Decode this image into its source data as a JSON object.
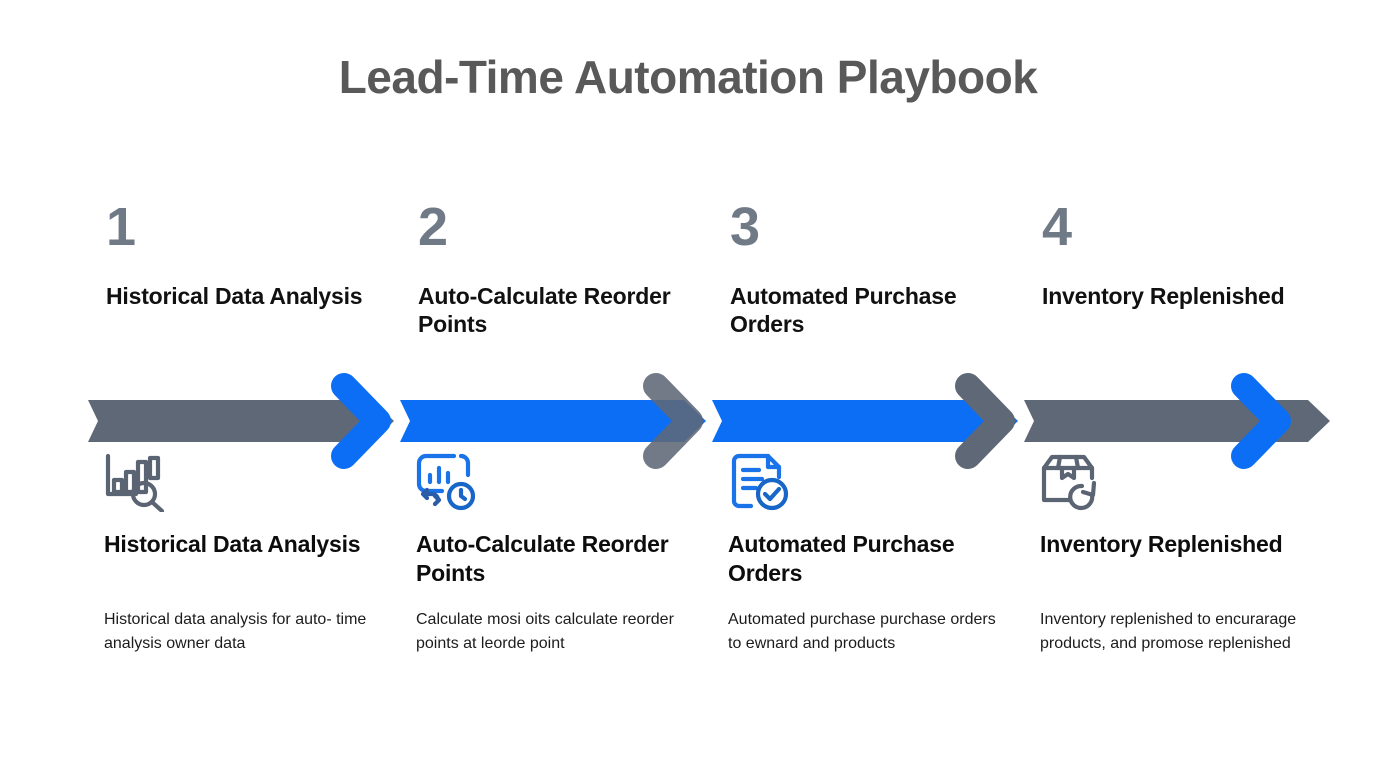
{
  "slide": {
    "title": "Lead-Time Automation Playbook",
    "background_color": "#ffffff"
  },
  "palette": {
    "blue": "#0b6ef5",
    "gray": "#5f6877",
    "number_gray": "#707a87",
    "title_gray": "#595959",
    "icon_blue": "#1a73e8",
    "icon_gray": "#5b6472",
    "text_black": "#111111"
  },
  "steps": [
    {
      "number": "1",
      "heading_top": "Historical Data Analysis",
      "heading_bottom": "Historical Data Analysis",
      "body": "Historical data analysis for auto- time analysis owner data",
      "icon": "bar-chart-magnifier-icon",
      "icon_color": "#5b6472",
      "band_color": "#5f6877",
      "chevron_color": "#0b6ef5"
    },
    {
      "number": "2",
      "heading_top": "Auto-Calculate Reorder Points",
      "heading_bottom": "Auto-Calculate Reorder Points",
      "body": "Calculate mosi oits calculate reorder points at leorde point",
      "icon": "chart-clock-sync-icon",
      "icon_color": "#1a73e8",
      "band_color": "#0b6ef5",
      "chevron_color": "#5f6877"
    },
    {
      "number": "3",
      "heading_top": "Automated Purchase Orders",
      "heading_bottom": "Automated Purchase Orders",
      "body": "Automated purchase purchase orders to ewnard and products",
      "icon": "document-check-icon",
      "icon_color": "#1a73e8",
      "band_color": "#0b6ef5",
      "chevron_color": "#5f6877"
    },
    {
      "number": "4",
      "heading_top": "Inventory Replenished",
      "heading_bottom": "Inventory Replenished",
      "body": "Inventory replenished to encurarage products, and promose replenished",
      "icon": "box-refresh-icon",
      "icon_color": "#5b6472",
      "band_color": "#5f6877",
      "chevron_color": "#0b6ef5"
    }
  ]
}
